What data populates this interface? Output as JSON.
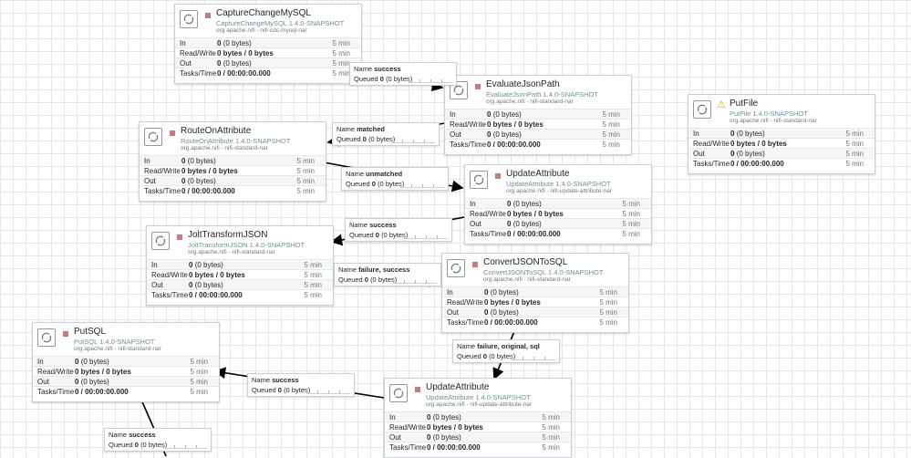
{
  "canvas": {
    "processors": [
      {
        "name": "CaptureChangeMySQL",
        "type": "CaptureChangeMySQL 1.4.0-SNAPSHOT",
        "bundle": "org.apache.nifi - nifi-cdc-mysql-nar",
        "in": "0",
        "in_bytes": "(0 bytes)",
        "rw": "0 bytes / 0 bytes",
        "out": "0",
        "out_bytes": "(0 bytes)",
        "tasks": "0 / 00:00:00.000",
        "time": "5 min",
        "warn": false
      },
      {
        "name": "EvaluateJsonPath",
        "type": "EvaluateJsonPath 1.4.0-SNAPSHOT",
        "bundle": "org.apache.nifi - nifi-standard-nar",
        "in": "0",
        "in_bytes": "(0 bytes)",
        "rw": "0 bytes / 0 bytes",
        "out": "0",
        "out_bytes": "(0 bytes)",
        "tasks": "0 / 00:00:00.000",
        "time": "5 min",
        "warn": false
      },
      {
        "name": "RouteOnAttribute",
        "type": "RouteOnAttribute 1.4.0-SNAPSHOT",
        "bundle": "org.apache.nifi - nifi-standard-nar",
        "in": "0",
        "in_bytes": "(0 bytes)",
        "rw": "0 bytes / 0 bytes",
        "out": "0",
        "out_bytes": "(0 bytes)",
        "tasks": "0 / 00:00:00.000",
        "time": "5 min",
        "warn": false
      },
      {
        "name": "UpdateAttribute",
        "type": "UpdateAttribute 1.4.0-SNAPSHOT",
        "bundle": "org.apache.nifi - nifi-update-attribute-nar",
        "in": "0",
        "in_bytes": "(0 bytes)",
        "rw": "0 bytes / 0 bytes",
        "out": "0",
        "out_bytes": "(0 bytes)",
        "tasks": "0 / 00:00:00.000",
        "time": "5 min",
        "warn": false
      },
      {
        "name": "JoltTransformJSON",
        "type": "JoltTransformJSON 1.4.0-SNAPSHOT",
        "bundle": "org.apache.nifi - nifi-standard-nar",
        "in": "0",
        "in_bytes": "(0 bytes)",
        "rw": "0 bytes / 0 bytes",
        "out": "0",
        "out_bytes": "(0 bytes)",
        "tasks": "0 / 00:00:00.000",
        "time": "5 min",
        "warn": false
      },
      {
        "name": "ConvertJSONToSQL",
        "type": "ConvertJSONToSQL 1.4.0-SNAPSHOT",
        "bundle": "org.apache.nifi - nifi-standard-nar",
        "in": "0",
        "in_bytes": "(0 bytes)",
        "rw": "0 bytes / 0 bytes",
        "out": "0",
        "out_bytes": "(0 bytes)",
        "tasks": "0 / 00:00:00.000",
        "time": "5 min",
        "warn": false
      },
      {
        "name": "PutSQL",
        "type": "PutSQL 1.4.0-SNAPSHOT",
        "bundle": "org.apache.nifi - nifi-standard-nar",
        "in": "0",
        "in_bytes": "(0 bytes)",
        "rw": "0 bytes / 0 bytes",
        "out": "0",
        "out_bytes": "(0 bytes)",
        "tasks": "0 / 00:00:00.000",
        "time": "5 min",
        "warn": false
      },
      {
        "name": "UpdateAttribute",
        "type": "UpdateAttribute 1.4.0-SNAPSHOT",
        "bundle": "org.apache.nifi - nifi-update-attribute-nar",
        "in": "0",
        "in_bytes": "(0 bytes)",
        "rw": "0 bytes / 0 bytes",
        "out": "0",
        "out_bytes": "(0 bytes)",
        "tasks": "0 / 00:00:00.000",
        "time": "5 min",
        "warn": false
      },
      {
        "name": "PutFile",
        "type": "PutFile 1.4.0-SNAPSHOT",
        "bundle": "org.apache.nifi - nifi-standard-nar",
        "in": "0",
        "in_bytes": "(0 bytes)",
        "rw": "0 bytes / 0 bytes",
        "out": "0",
        "out_bytes": "(0 bytes)",
        "tasks": "0 / 00:00:00.000",
        "time": "5 min",
        "warn": true
      }
    ],
    "row_labels": {
      "in": "In",
      "rw": "Read/Write",
      "out": "Out",
      "tasks": "Tasks/Time"
    },
    "connection_labels": {
      "name": "Name",
      "queued": "Queued"
    },
    "connections": [
      {
        "name": "success",
        "queued": "0",
        "queued_bytes": "(0 bytes)"
      },
      {
        "name": "matched",
        "queued": "0",
        "queued_bytes": "(0 bytes)"
      },
      {
        "name": "unmatched",
        "queued": "0",
        "queued_bytes": "(0 bytes)"
      },
      {
        "name": "success",
        "queued": "0",
        "queued_bytes": "(0 bytes)"
      },
      {
        "name": "failure, success",
        "queued": "0",
        "queued_bytes": "(0 bytes)"
      },
      {
        "name": "failure, original, sql",
        "queued": "0",
        "queued_bytes": "(0 bytes)"
      },
      {
        "name": "success",
        "queued": "0",
        "queued_bytes": "(0 bytes)"
      },
      {
        "name": "success",
        "queued": "0",
        "queued_bytes": "(0 bytes)"
      }
    ],
    "colors": {
      "stopped": "#c47d7e",
      "warning": "#e3a323",
      "type_text": "#728e9b"
    },
    "icons": {
      "processor": "processor-icon",
      "stopped": "stopped-icon",
      "warning": "warning-icon"
    }
  }
}
